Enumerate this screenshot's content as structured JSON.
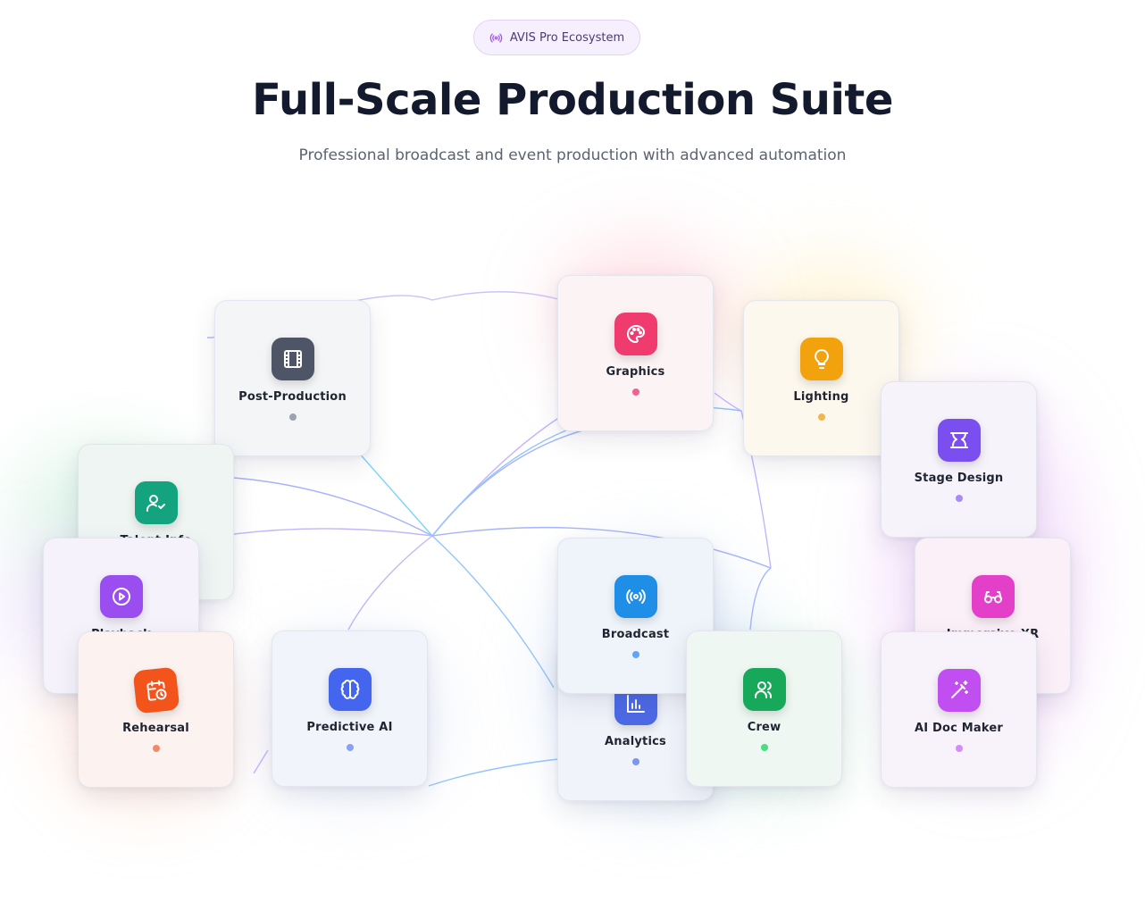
{
  "badge": {
    "label": "AVIS Pro Ecosystem",
    "icon": "broadcast-icon",
    "icon_color": "#a055e6"
  },
  "header": {
    "title": "Full-Scale Production Suite",
    "subtitle": "Professional broadcast and event production with advanced automation"
  },
  "cards": {
    "post_production": {
      "label": "Post-Production",
      "icon": "film-icon",
      "color": "#4d5566",
      "dot": "#9ca3af",
      "tint": "#f3f4f6"
    },
    "graphics": {
      "label": "Graphics",
      "icon": "palette-icon",
      "color": "#ef3b6e",
      "dot": "#f06292",
      "tint": "#fdf0f3"
    },
    "lighting": {
      "label": "Lighting",
      "icon": "lightbulb-icon",
      "color": "#f2a20c",
      "dot": "#f2b64d",
      "tint": "#fdf8ee"
    },
    "stage_design": {
      "label": "Stage Design",
      "icon": "stage-icon",
      "color": "#7b4ef0",
      "dot": "#a78bfa",
      "tint": "#f5f2fb"
    },
    "talent": {
      "label": "Talent Info",
      "icon": "user-check-icon",
      "color": "#14a37f",
      "dot": "#34d399",
      "tint": "#eef6f3"
    },
    "playback": {
      "label": "Playback",
      "icon": "play-icon",
      "color": "#9b4ef0",
      "dot": "#c084fc",
      "tint": "#f5f2fb"
    },
    "rehearsal": {
      "label": "Rehearsal",
      "icon": "calendar-clock-icon",
      "color": "#f2541b",
      "dot": "#f28a6a",
      "tint": "#fcf2ef"
    },
    "predictive_ai": {
      "label": "Predictive AI",
      "icon": "brain-icon",
      "color": "#4466ee",
      "dot": "#8aa0f0",
      "tint": "#f1f3fc"
    },
    "broadcast": {
      "label": "Broadcast",
      "icon": "broadcast-icon",
      "color": "#1f8ee6",
      "dot": "#60a5fa",
      "tint": "#eff4fb"
    },
    "analytics": {
      "label": "Analytics",
      "icon": "bar-chart-icon",
      "color": "#4d6ae6",
      "dot": "#7d95ea",
      "tint": "#f1f3fb"
    },
    "crew": {
      "label": "Crew",
      "icon": "users-icon",
      "color": "#17a85a",
      "dot": "#4ade80",
      "tint": "#eef7f2"
    },
    "immersive_xr": {
      "label": "Immersive XR",
      "icon": "glasses-icon",
      "color": "#e33fc9",
      "dot": "#f472b6",
      "tint": "#fbf0f8"
    },
    "ai_doc_maker": {
      "label": "AI Doc Maker",
      "icon": "magic-wand-icon",
      "color": "#c14ef0",
      "dot": "#d58cf5",
      "tint": "#f8f1fb"
    }
  }
}
